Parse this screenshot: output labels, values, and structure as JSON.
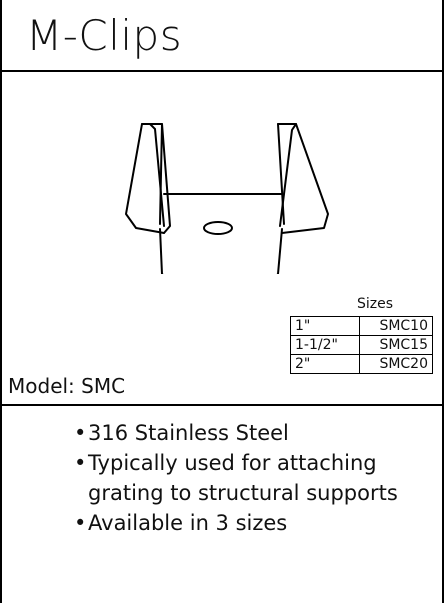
{
  "title": "M-Clips",
  "model_label": "Model: SMC",
  "sizes": {
    "caption": "Sizes",
    "rows": [
      {
        "size": "1\"",
        "model": "SMC10"
      },
      {
        "size": "1-1/2\"",
        "model": "SMC15"
      },
      {
        "size": "2\"",
        "model": "SMC20"
      }
    ]
  },
  "features": [
    "316 Stainless Steel",
    "Typically used for attaching grating to structural supports",
    "Available in 3 sizes"
  ],
  "illustration": {
    "icon": "m-clip-drawing-icon"
  }
}
